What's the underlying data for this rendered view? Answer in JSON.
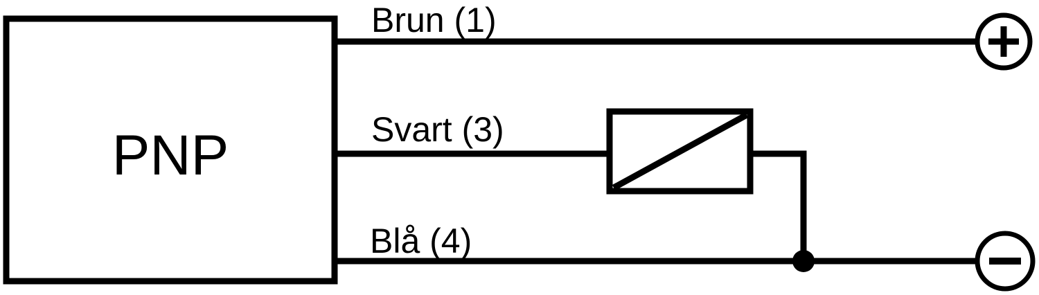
{
  "diagram": {
    "device_label": "PNP",
    "wires": [
      {
        "label": "Brun (1)"
      },
      {
        "label": "Svart (3)"
      },
      {
        "label": "Blå (4)"
      }
    ],
    "terminals": {
      "positive_symbol": "+",
      "negative_symbol": "−"
    },
    "colors": {
      "line": "#000000",
      "background": "#ffffff"
    }
  }
}
